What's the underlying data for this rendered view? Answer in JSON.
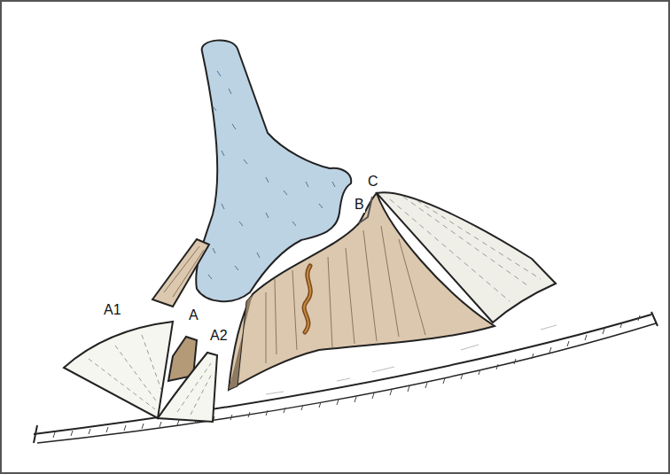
{
  "diagram": {
    "labels": [
      "A1",
      "A",
      "A2",
      "B",
      "C"
    ]
  }
}
